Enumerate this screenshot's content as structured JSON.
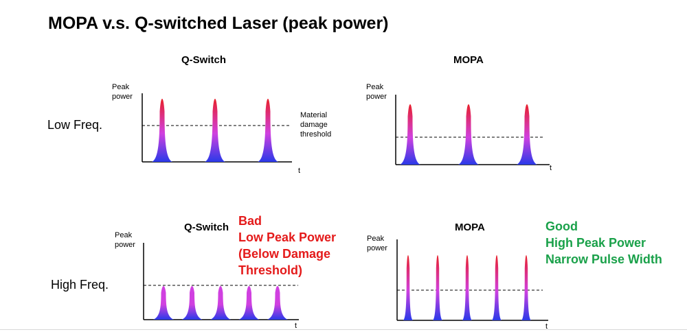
{
  "slide": {
    "title": "MOPA v.s. Q-switched Laser (peak power)"
  },
  "rows": {
    "low": "Low Freq.",
    "high": "High Freq."
  },
  "panels": [
    {
      "id": "qs-low",
      "title": "Q-Switch",
      "ylabel": [
        "Peak",
        "power"
      ],
      "xlabel": "t",
      "threshold_label": [
        "Material",
        "damage",
        "threshold"
      ],
      "pulse_count": 3,
      "pulse_peak": 0.92,
      "pulse_width": "wide",
      "threshold": 0.53
    },
    {
      "id": "mopa-low",
      "title": "MOPA",
      "ylabel": [
        "Peak",
        "power"
      ],
      "xlabel": "t",
      "threshold_label": [],
      "pulse_count": 3,
      "pulse_peak": 0.88,
      "pulse_width": "wide",
      "threshold": 0.4
    },
    {
      "id": "qs-high",
      "title": "Q-Switch",
      "ylabel": [
        "Peak",
        "power"
      ],
      "xlabel": "t",
      "threshold_label": [],
      "pulse_count": 5,
      "pulse_peak": 0.49,
      "pulse_width": "wide",
      "threshold": 0.5
    },
    {
      "id": "mopa-high",
      "title": "MOPA",
      "ylabel": [
        "Peak",
        "power"
      ],
      "xlabel": "t",
      "threshold_label": [],
      "pulse_count": 5,
      "pulse_peak": 0.95,
      "pulse_width": "narrow",
      "threshold": 0.44
    }
  ],
  "notes": {
    "bad": [
      "Bad",
      "Low Peak Power",
      "(Below Damage",
      "Threshold)"
    ],
    "good": [
      "Good",
      "High Peak Power",
      "Narrow Pulse Width"
    ]
  },
  "colors": {
    "bad": "#e41a1a",
    "good": "#1aa14a",
    "pulse_top_red": "#e8202a",
    "pulse_top_pink": "#d040e0",
    "pulse_base_blue": "#2a3ae8"
  }
}
